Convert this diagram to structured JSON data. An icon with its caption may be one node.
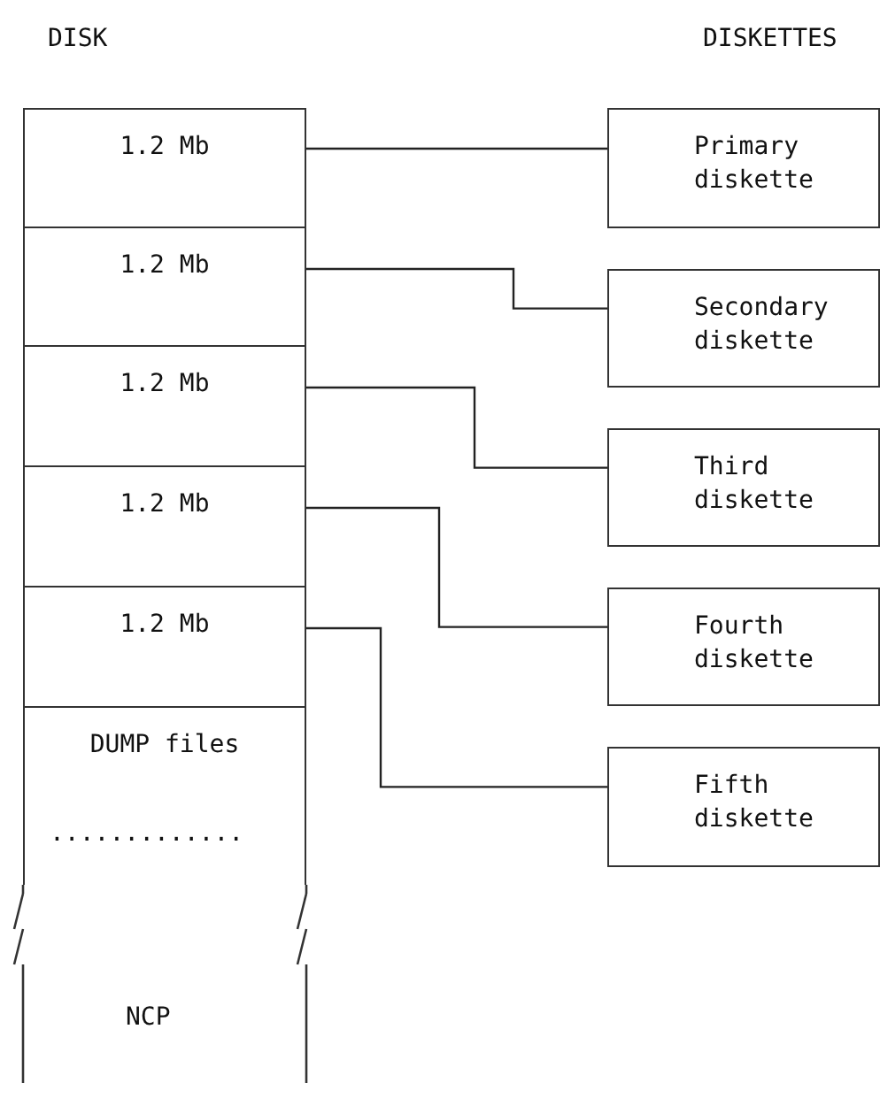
{
  "diagram": {
    "nodes": [
      {
        "text": [
          "1.2 Mb"
        ]
      },
      {
        "text": [
          "1.2 Mb"
        ]
      },
      {
        "text": [
          "1.2 Mb"
        ]
      },
      {
        "text": [
          "1.2 Mb"
        ]
      },
      {
        "text": [
          "1.2 Mb"
        ]
      },
      {
        "text": [
          "DUMP files"
        ]
      },
      {
        "text": [
          "Primary diskette"
        ]
      },
      {
        "text": [
          "Secondary diskette"
        ]
      },
      {
        "text": [
          "Third diskette"
        ]
      },
      {
        "text": [
          "Fourth diskette"
        ]
      },
      {
        "text": [
          "Fifth diskette"
        ]
      }
    ],
    "edges": [
      {
        "from": 0,
        "to": 6,
        "arrow": "none"
      },
      {
        "from": 1,
        "to": 7,
        "arrow": "none"
      },
      {
        "from": 2,
        "to": 8,
        "arrow": "none"
      },
      {
        "from": 3,
        "to": 9,
        "arrow": "none"
      },
      {
        "from": 4,
        "to": 10,
        "arrow": "none"
      }
    ],
    "labels": [
      "DISK",
      "DISKETTES",
      ".............",
      "NCP"
    ]
  }
}
